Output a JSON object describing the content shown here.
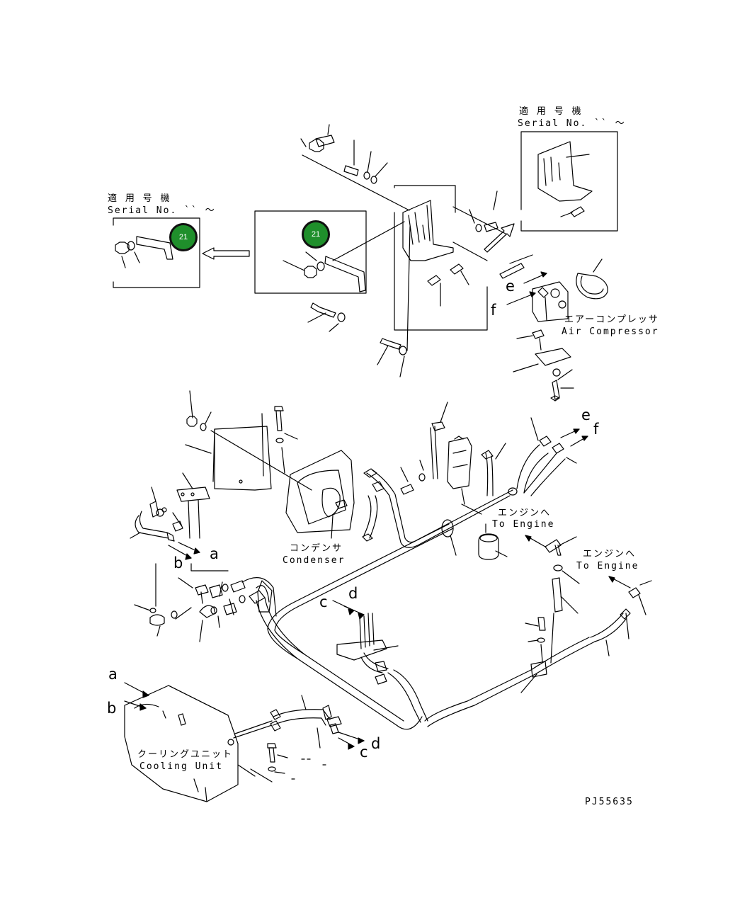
{
  "diagram": {
    "code": "PJ55635",
    "colors": {
      "callout": "#1f8f2b",
      "ink": "#000000"
    },
    "serial_boxes": [
      {
        "jp": "適 用 号 機",
        "en": "Serial No.  `` ～"
      },
      {
        "jp": "適 用 号 機",
        "en": "Serial No.  `` ～"
      }
    ],
    "callouts": [
      {
        "number": "21"
      },
      {
        "number": "21"
      }
    ],
    "components": {
      "air_compressor": {
        "jp": "エアーコンプレッサ",
        "en": "Air Compressor"
      },
      "condenser": {
        "jp": "コンデンサ",
        "en": "Condenser"
      },
      "to_engine_1": {
        "jp": "エンジンへ",
        "en": "To Engine"
      },
      "to_engine_2": {
        "jp": "エンジンへ",
        "en": "To Engine"
      },
      "cooling_unit": {
        "jp": "クーリングユニット",
        "en": "Cooling Unit"
      }
    },
    "connection_letters": {
      "e_top": "e",
      "f_top": "f",
      "e_right": "e",
      "f_right": "f",
      "a_mid": "a",
      "b_mid": "b",
      "c_mid": "c",
      "d_mid": "d",
      "a_left": "a",
      "b_left": "b",
      "d_bottom": "d",
      "c_bottom": "c"
    }
  }
}
